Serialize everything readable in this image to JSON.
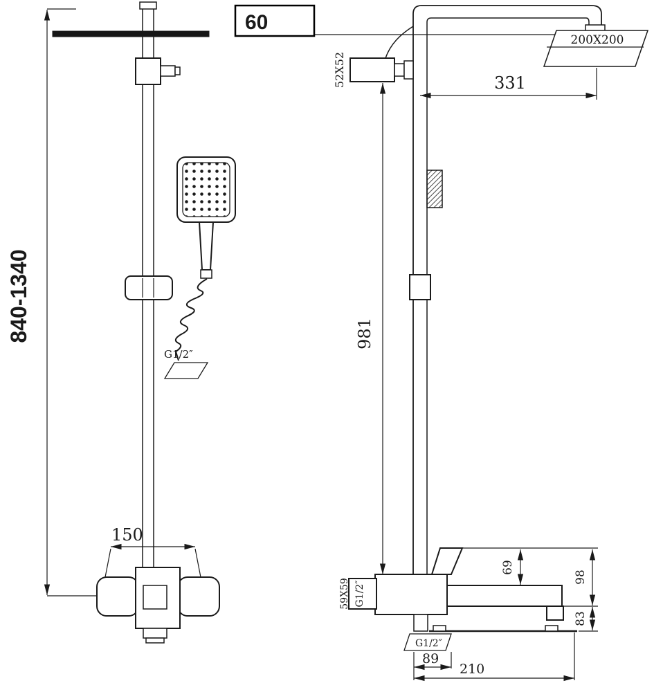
{
  "page": {
    "background": "#ffffff",
    "line_color": "#1a1a1a"
  },
  "front_view": {
    "overall_height": "840-1340",
    "valve_width": "150",
    "hose_thread": "G1/2″"
  },
  "side_view": {
    "head_drop": "60",
    "head_size": "200X200",
    "arm_reach": "331",
    "handshower_size": "52X52",
    "riser_height": "981",
    "valve_body_size": "59X59",
    "valve_thread": "G1/2″",
    "spout_rise": "69",
    "valve_height": "98",
    "spout_drop": "83",
    "outlet_thread": "G1/2″",
    "outlet_offset": "89",
    "spout_reach": "210"
  }
}
